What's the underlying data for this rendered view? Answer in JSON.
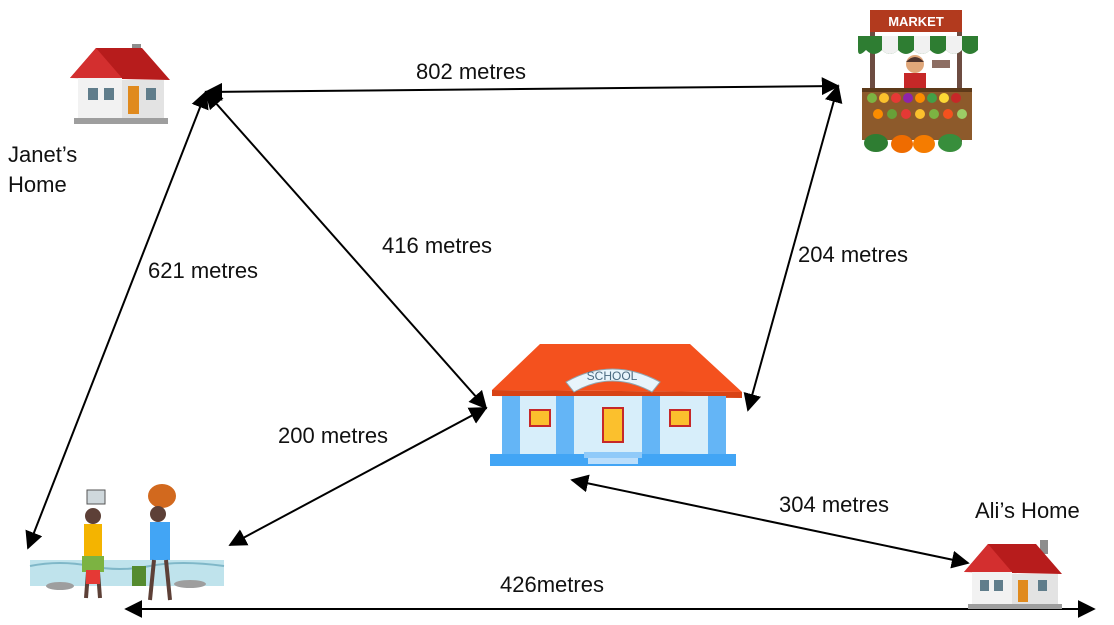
{
  "places": {
    "janet_home": "Janet’s\nHome",
    "ali_home": "Ali’s Home",
    "market_sign": "MARKET",
    "school_sign": "SCHOOL"
  },
  "distances": {
    "janet_market": "802 metres",
    "janet_school": "416 metres",
    "janet_river": "621 metres",
    "market_school": "204 metres",
    "river_school": "200 metres",
    "school_ali": "304 metres",
    "river_ali": "426metres"
  },
  "icons": {
    "janet_home": "house-icon",
    "ali_home": "house-icon",
    "market": "market-stall-icon",
    "school": "school-building-icon",
    "river": "water-carriers-icon"
  }
}
